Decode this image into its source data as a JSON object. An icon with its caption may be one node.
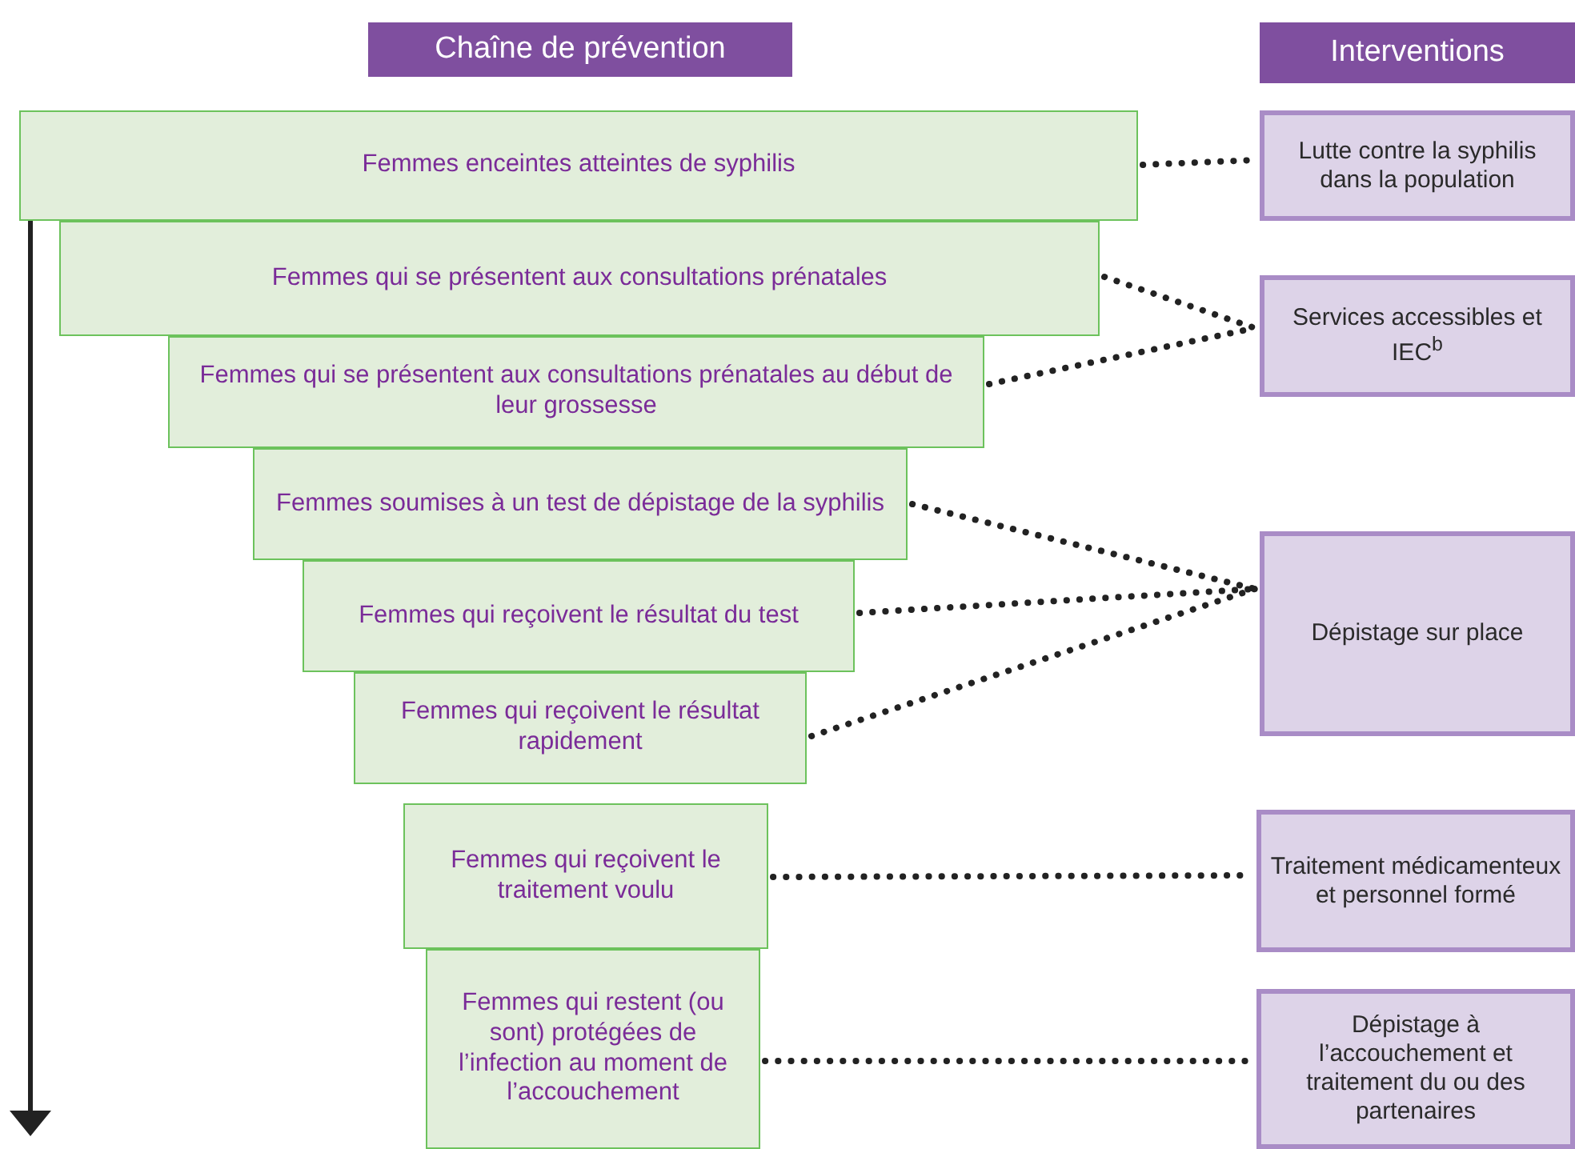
{
  "diagram": {
    "nodes": [
      {
        "text": [
          "Chaîne de prévention"
        ]
      },
      {
        "text": [
          "Interventions"
        ]
      },
      {
        "text": [
          "Femmes enceintes atteintes de syphilis"
        ]
      },
      {
        "text": [
          "Femmes qui se présentent aux consultations prénatales"
        ]
      },
      {
        "text": [
          "Femmes qui se présentent aux consultations prénatales au début de leur grossesse"
        ]
      },
      {
        "text": [
          "Femmes soumises à un test de dépistage de la syphilis"
        ]
      },
      {
        "text": [
          "Femmes qui reçoivent le résultat du test"
        ]
      },
      {
        "text": [
          "Femmes qui reçoivent le résultat rapidement"
        ]
      },
      {
        "text": [
          "Femmes qui reçoivent le traitement voulu"
        ]
      },
      {
        "text": [
          "Femmes qui restent (ou sont) protégées de l’infection au moment de l’accouchement"
        ]
      },
      {
        "text": [
          "Lutte contre la syphilis dans la population"
        ]
      },
      {
        "text": [
          "Services accessibles et IEC$^{b}$"
        ]
      },
      {
        "text": [
          "Dépistage sur place"
        ]
      },
      {
        "text": [
          "Traitement médicamenteux et personnel formé"
        ]
      },
      {
        "text": [
          "Dépistage à l’accouchement et traitement du ou des partenaires"
        ]
      }
    ],
    "edges": [
      {
        "from": 2,
        "to": 10,
        "arrow": "none"
      },
      {
        "from": 3,
        "to": 11,
        "arrow": "none"
      },
      {
        "from": 4,
        "to": 11,
        "arrow": "none"
      },
      {
        "from": 5,
        "to": 12,
        "arrow": "none"
      },
      {
        "from": 6,
        "to": 12,
        "arrow": "none"
      },
      {
        "from": 7,
        "to": 12,
        "arrow": "none"
      },
      {
        "from": 8,
        "to": 13,
        "arrow": "none"
      },
      {
        "from": 9,
        "to": 14,
        "arrow": "none"
      }
    ]
  }
}
